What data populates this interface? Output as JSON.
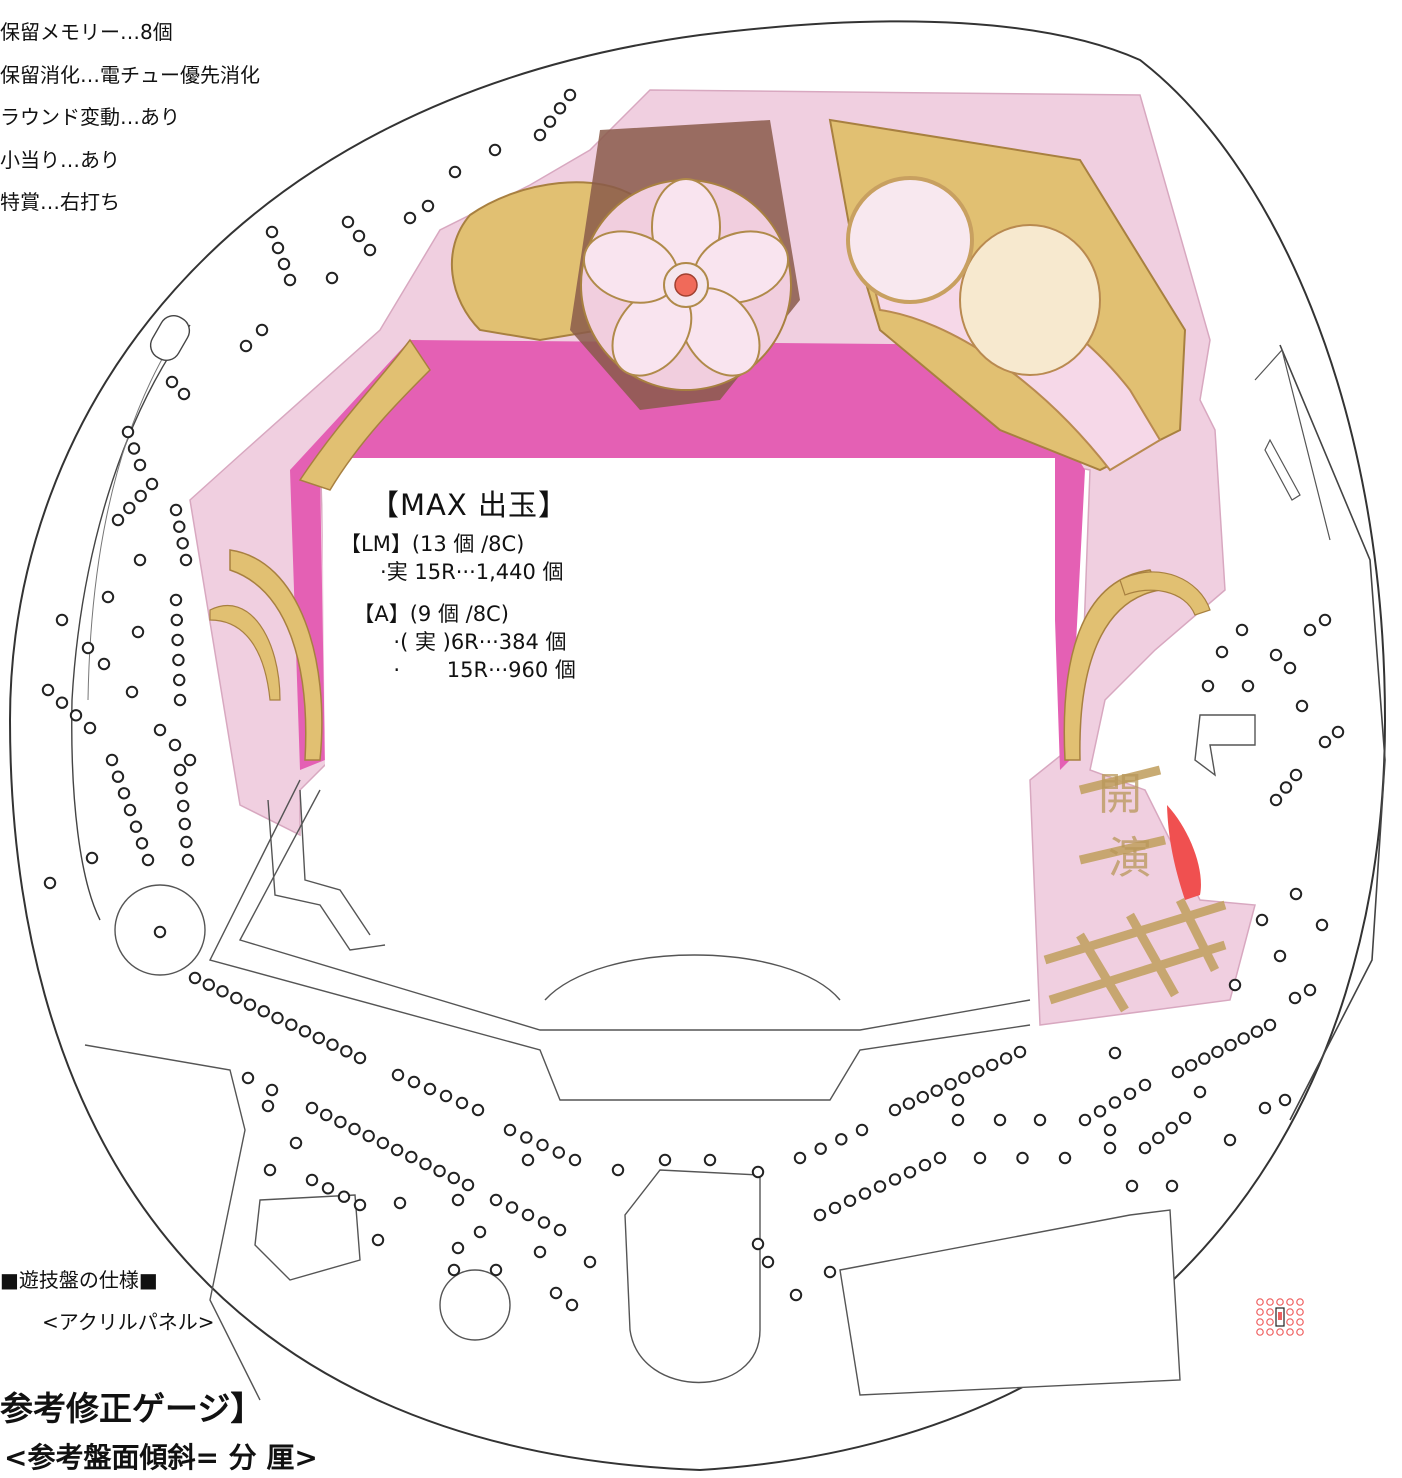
{
  "spec": {
    "lines": [
      "保留メモリー…8個",
      "保留消化…電チュー優先消化",
      "ラウンド変動…あり",
      "小当り…あり",
      "特賞…右打ち"
    ]
  },
  "max_payout": {
    "title": "【MAX 出玉】",
    "lines": [
      "【LM】(13 個 /8C)",
      "      ·実 15R···1,440 個",
      "",
      "  【A】(9 個 /8C)",
      "        ·( 実 )6R···384 個",
      "        ·       15R···960 個"
    ]
  },
  "board_spec_label": "■遊技盤の仕様■",
  "panel_label": "<アクリルパネル>",
  "gauge_title": "参考修正ゲージ】",
  "tilt_label": "<参考盤面傾斜=  分  厘>",
  "logo_text": [
    "開",
    "演"
  ],
  "colors": {
    "magenta": "#e460b4",
    "light_pink": "#f0cfe0",
    "gold": "#e1c072",
    "brown": "#8a5a4a",
    "red": "#f05050"
  }
}
